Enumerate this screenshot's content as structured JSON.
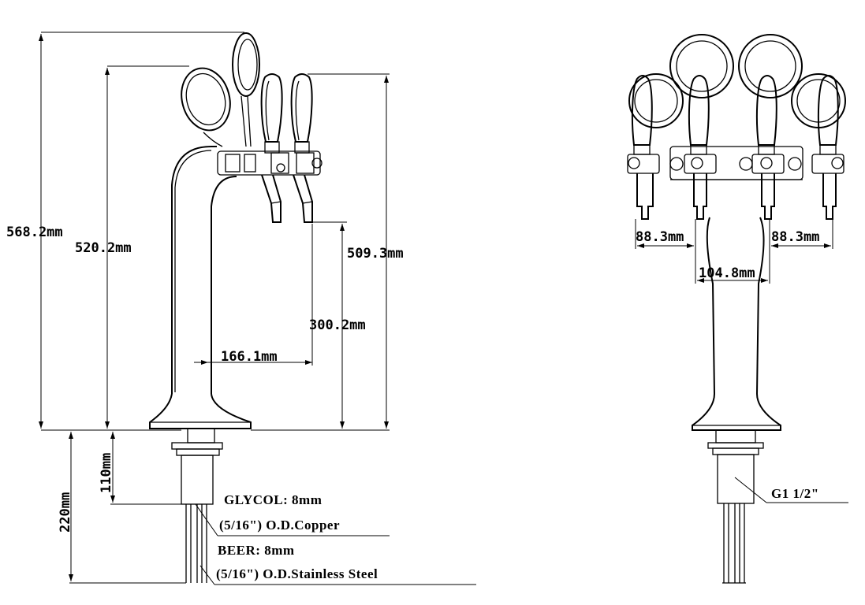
{
  "side_view": {
    "dimensions": {
      "total_height": "568.2mm",
      "body_height": "520.2mm",
      "tap_top_height": "509.3mm",
      "spout_height": "300.2mm",
      "spout_reach": "166.1mm",
      "shank_length": "110mm",
      "line_length": "220mm"
    },
    "notes": {
      "glycol": "GLYCOL: 8mm",
      "glycol_pipe": "(5/16\") O.D.Copper",
      "beer": "BEER: 8mm",
      "beer_pipe": "(5/16\") O.D.Stainless Steel"
    }
  },
  "front_view": {
    "dimensions": {
      "tap_spacing_left": "88.3mm",
      "tap_spacing_right": "88.3mm",
      "tap_spacing_center": "104.8mm"
    },
    "thread_note": "G1 1/2\""
  }
}
